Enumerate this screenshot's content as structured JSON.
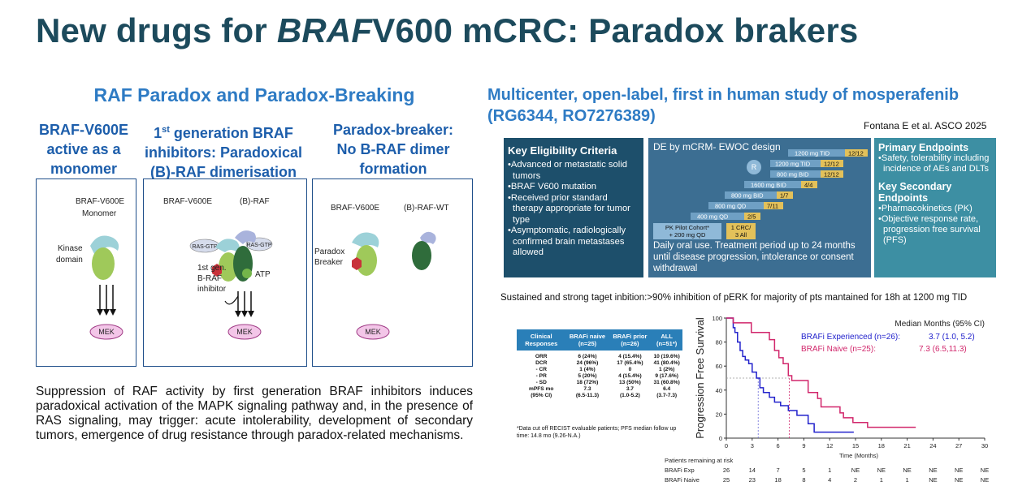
{
  "slide": {
    "title_prefix": "New drugs for ",
    "title_italic": "BRAF",
    "title_suffix": "V600 mCRC: Paradox brakers"
  },
  "left": {
    "heading": "RAF Paradox and Paradox-Breaking",
    "columns": [
      {
        "line1": "BRAF-V600E",
        "line2": "active as a",
        "line3": "monomer"
      },
      {
        "line1_pre": "1",
        "line1_sup": "st",
        "line1_post": " generation BRAF",
        "line2": "inhibitors: Paradoxical",
        "line3": "(B)-RAF dimerisation"
      },
      {
        "line1": "Paradox-breaker:",
        "line2": "No B-RAF dimer",
        "line3": "formation"
      }
    ],
    "panel1": {
      "label1": "BRAF-V600E",
      "label2": "Monomer",
      "kinase1": "Kinase",
      "kinase2": "domain",
      "mek": "MEK"
    },
    "panel2": {
      "label1": "BRAF-V600E",
      "label2": "(B)-RAF",
      "rasgtp": "RAS-GTP",
      "inh1": "1st gen.",
      "inh2": "B-RAF",
      "inh3": "inhibitor",
      "atp": "ATP",
      "mek": "MEK"
    },
    "panel3": {
      "label1": "BRAF-V600E",
      "label2": "(B)-RAF-WT",
      "pb1": "Paradox",
      "pb2": "Breaker",
      "mek": "MEK"
    },
    "description": "Suppression of RAF activity by first generation BRAF inhibitors induces paradoxical activation of the MAPK signaling pathway and, in the presence of RAS signaling, may trigger: acute intolerability, development of secondary tumors, emergence of drug resistance through paradox-related mechanisms."
  },
  "right": {
    "heading": "Multicenter, open-label, first in human study of mosperafenib (RG6344, RO7276389)",
    "citation": "Fontana E et al. ASCO 2025",
    "eligibility": {
      "title": "Key Eligibility Criteria",
      "items": [
        "Advanced or metastatic solid tumors",
        "BRAF V600 mutation",
        "Received prior standard therapy appropriate for tumor type",
        "Asymptomatic, radiologically confirmed brain metastases allowed"
      ]
    },
    "design": {
      "title": "DE by mCRM- EWOC design",
      "r_label": "R",
      "doses": [
        {
          "label": "1200 mg TID",
          "count": "12/12"
        },
        {
          "label": "1200 mg TID",
          "count": "12/12"
        },
        {
          "label": "800 mg BID",
          "count": "12/12"
        },
        {
          "label": "1600 mg BID",
          "count": "4/4"
        },
        {
          "label": "800 mg BID",
          "count": "1/7"
        },
        {
          "label": "800 mg QD",
          "count": "7/11"
        },
        {
          "label": "400 mg QD",
          "count": "2/5"
        }
      ],
      "pilot1": "PK Pilot Cohort*",
      "pilot2": "+ 200 mg QD",
      "crc1": "1 CRC/",
      "crc2": "3 All",
      "footer": "Daily oral use. Treatment period up to 24 months until disease progression, intolerance or consent withdrawal"
    },
    "endpoints": {
      "primary_title": "Primary Endpoints",
      "primary_items": [
        "Safety, tolerability including incidence of AEs and DLTs"
      ],
      "secondary_title": "Key Secondary Endpoints",
      "secondary_items": [
        "Pharmacokinetics (PK)",
        "Objective response rate, progression free survival (PFS)"
      ]
    },
    "sustained": "Sustained and strong taget inbition:>90% inhibition of pERK for majority of pts mantained for 18h at 1200 mg TID",
    "table": {
      "headers": [
        "Clinical Responses",
        "BRAFi naive (n=25)",
        "BRAFi prior (n=26)",
        "ALL (n=51*)"
      ],
      "rows": [
        [
          "ORR",
          "6 (24%)",
          "4 (15.4%)",
          "10 (19.6%)"
        ],
        [
          "DCR",
          "24 (96%)",
          "17 (65.4%)",
          "41 (80.4%)"
        ],
        [
          "- CR",
          "1 (4%)",
          "0",
          "1 (2%)"
        ],
        [
          "- PR",
          "5 (20%)",
          "4 (15.4%)",
          "9 (17.6%)"
        ],
        [
          "- SD",
          "18 (72%)",
          "13 (50%)",
          "31 (60.8%)"
        ],
        [
          "mPFS mo",
          "7.3",
          "3.7",
          "6.4"
        ],
        [
          "(95% CI)",
          "(6.5-11.3)",
          "(1.0-5.2)",
          "(3.7-7.3)"
        ]
      ],
      "note": "*Data cut off RECIST evaluable patients; PFS median follow up time: 14.8 mo (9.26-N.A.)"
    }
  },
  "chart_data": {
    "type": "line",
    "title": "",
    "xlabel": "Time (Months)",
    "ylabel": "Progression Free Survival",
    "xlim": [
      0,
      30
    ],
    "ylim": [
      0,
      100
    ],
    "xticks": [
      0,
      3,
      6,
      9,
      12,
      15,
      18,
      21,
      24,
      27,
      30
    ],
    "yticks": [
      0,
      20,
      40,
      60,
      80,
      100
    ],
    "legend_title": "Median Months (95% CI)",
    "series": [
      {
        "name": "BRAFi Experienced (n=26):",
        "median_text": "3.7 (1.0, 5.2)",
        "color": "#2222cc",
        "x": [
          0,
          0.8,
          0.8,
          1.0,
          1.0,
          1.3,
          1.3,
          1.6,
          1.6,
          1.9,
          1.9,
          2.2,
          2.2,
          2.6,
          2.6,
          3.0,
          3.0,
          3.5,
          3.5,
          3.9,
          3.9,
          4.3,
          4.3,
          5.0,
          5.0,
          5.6,
          5.6,
          6.3,
          6.3,
          7.2,
          7.2,
          8.2,
          8.2,
          9.5,
          9.5,
          10.2,
          10.2,
          14.8
        ],
        "y": [
          100,
          100,
          92,
          92,
          88,
          88,
          80,
          80,
          73,
          73,
          68,
          68,
          65,
          65,
          62,
          62,
          55,
          55,
          50,
          50,
          42,
          42,
          38,
          38,
          34,
          34,
          30,
          30,
          27,
          27,
          23,
          23,
          19,
          19,
          12,
          12,
          5,
          5
        ]
      },
      {
        "name": "BRAFi Naive (n=25):",
        "median_text": "7.3 (6.5,11.3)",
        "color": "#d1266b",
        "x": [
          0,
          0.8,
          0.8,
          2.9,
          2.9,
          5.0,
          5.0,
          5.6,
          5.6,
          6.1,
          6.1,
          6.6,
          6.6,
          7.2,
          7.2,
          7.6,
          7.6,
          9.5,
          9.5,
          10.6,
          10.6,
          11.0,
          11.0,
          13.2,
          13.2,
          13.6,
          13.6,
          14.7,
          14.7,
          16.4,
          16.4,
          22.0
        ],
        "y": [
          100,
          100,
          96,
          96,
          88,
          88,
          82,
          82,
          73,
          73,
          67,
          67,
          62,
          62,
          52,
          52,
          48,
          48,
          38,
          38,
          33,
          33,
          26,
          26,
          21,
          21,
          17,
          17,
          13,
          13,
          9,
          9
        ]
      }
    ],
    "at_risk_title": "Patients remaining at risk",
    "at_risk": [
      {
        "label": "BRAFi Exp",
        "values": [
          "26",
          "14",
          "7",
          "5",
          "1",
          "NE",
          "NE",
          "NE",
          "NE",
          "NE",
          "NE"
        ]
      },
      {
        "label": "BRAFi Naive",
        "values": [
          "25",
          "23",
          "18",
          "8",
          "4",
          "2",
          "1",
          "1",
          "NE",
          "NE",
          "NE"
        ]
      }
    ]
  }
}
